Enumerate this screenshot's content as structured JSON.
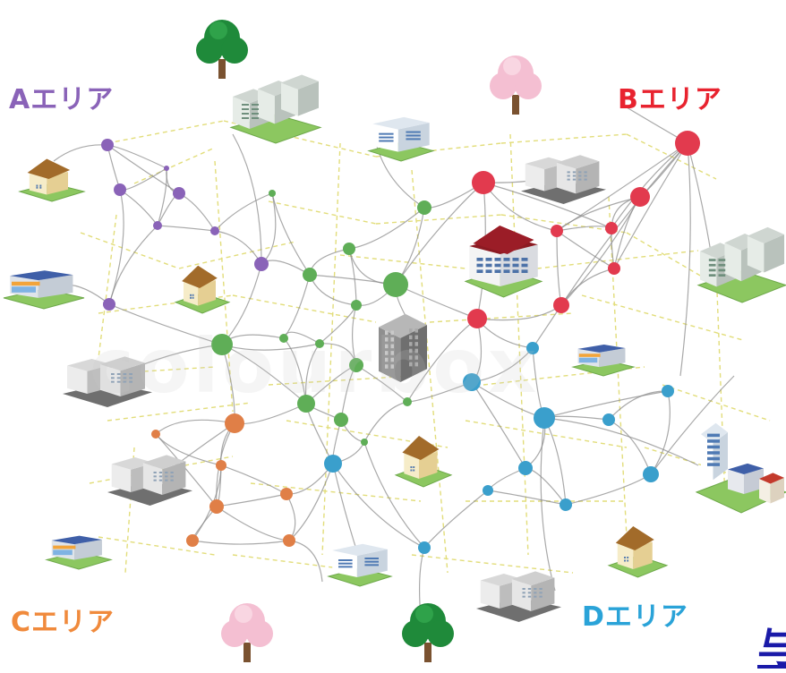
{
  "areas": {
    "a": {
      "label": "Aエリア",
      "color": "#8a63b8"
    },
    "b": {
      "label": "Bエリア",
      "color": "#e8232f"
    },
    "c": {
      "label": "Cエリア",
      "color": "#f08a3c"
    },
    "d": {
      "label": "Dエリア",
      "color": "#2aa3d8"
    }
  },
  "watermark_text": "colourbox",
  "corner_glyph": "与",
  "colors": {
    "purple": "#8a63b8",
    "red": "#e23a4e",
    "green": "#5fae57",
    "orange": "#e07f47",
    "blue": "#3a9fcc",
    "wire": "#8c8c8c",
    "dashed": "#e2dd7a"
  }
}
